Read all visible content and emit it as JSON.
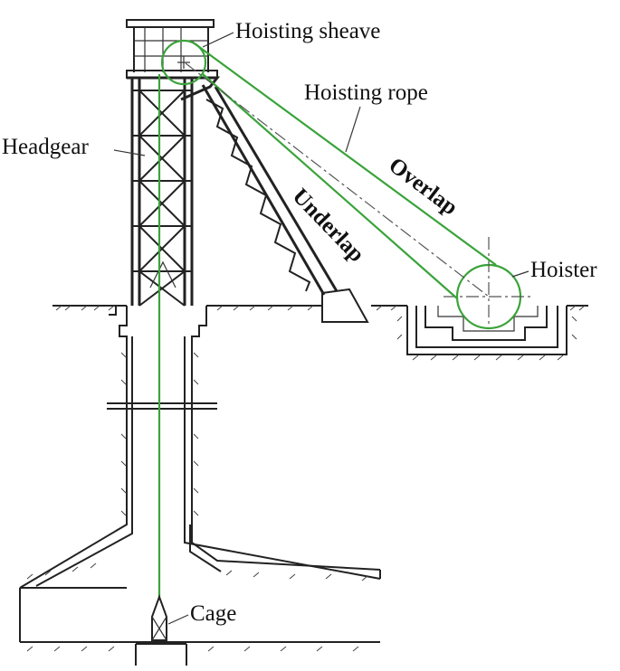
{
  "labels": {
    "hoisting_sheave": "Hoisting sheave",
    "hoisting_rope": "Hoisting rope",
    "headgear": "Headgear",
    "overlap": "Overlap",
    "underlap": "Underlap",
    "hoister": "Hoister",
    "cage": "Cage"
  },
  "colors": {
    "rope": "#3aa33a",
    "structure": "#222222",
    "background": "#ffffff"
  }
}
